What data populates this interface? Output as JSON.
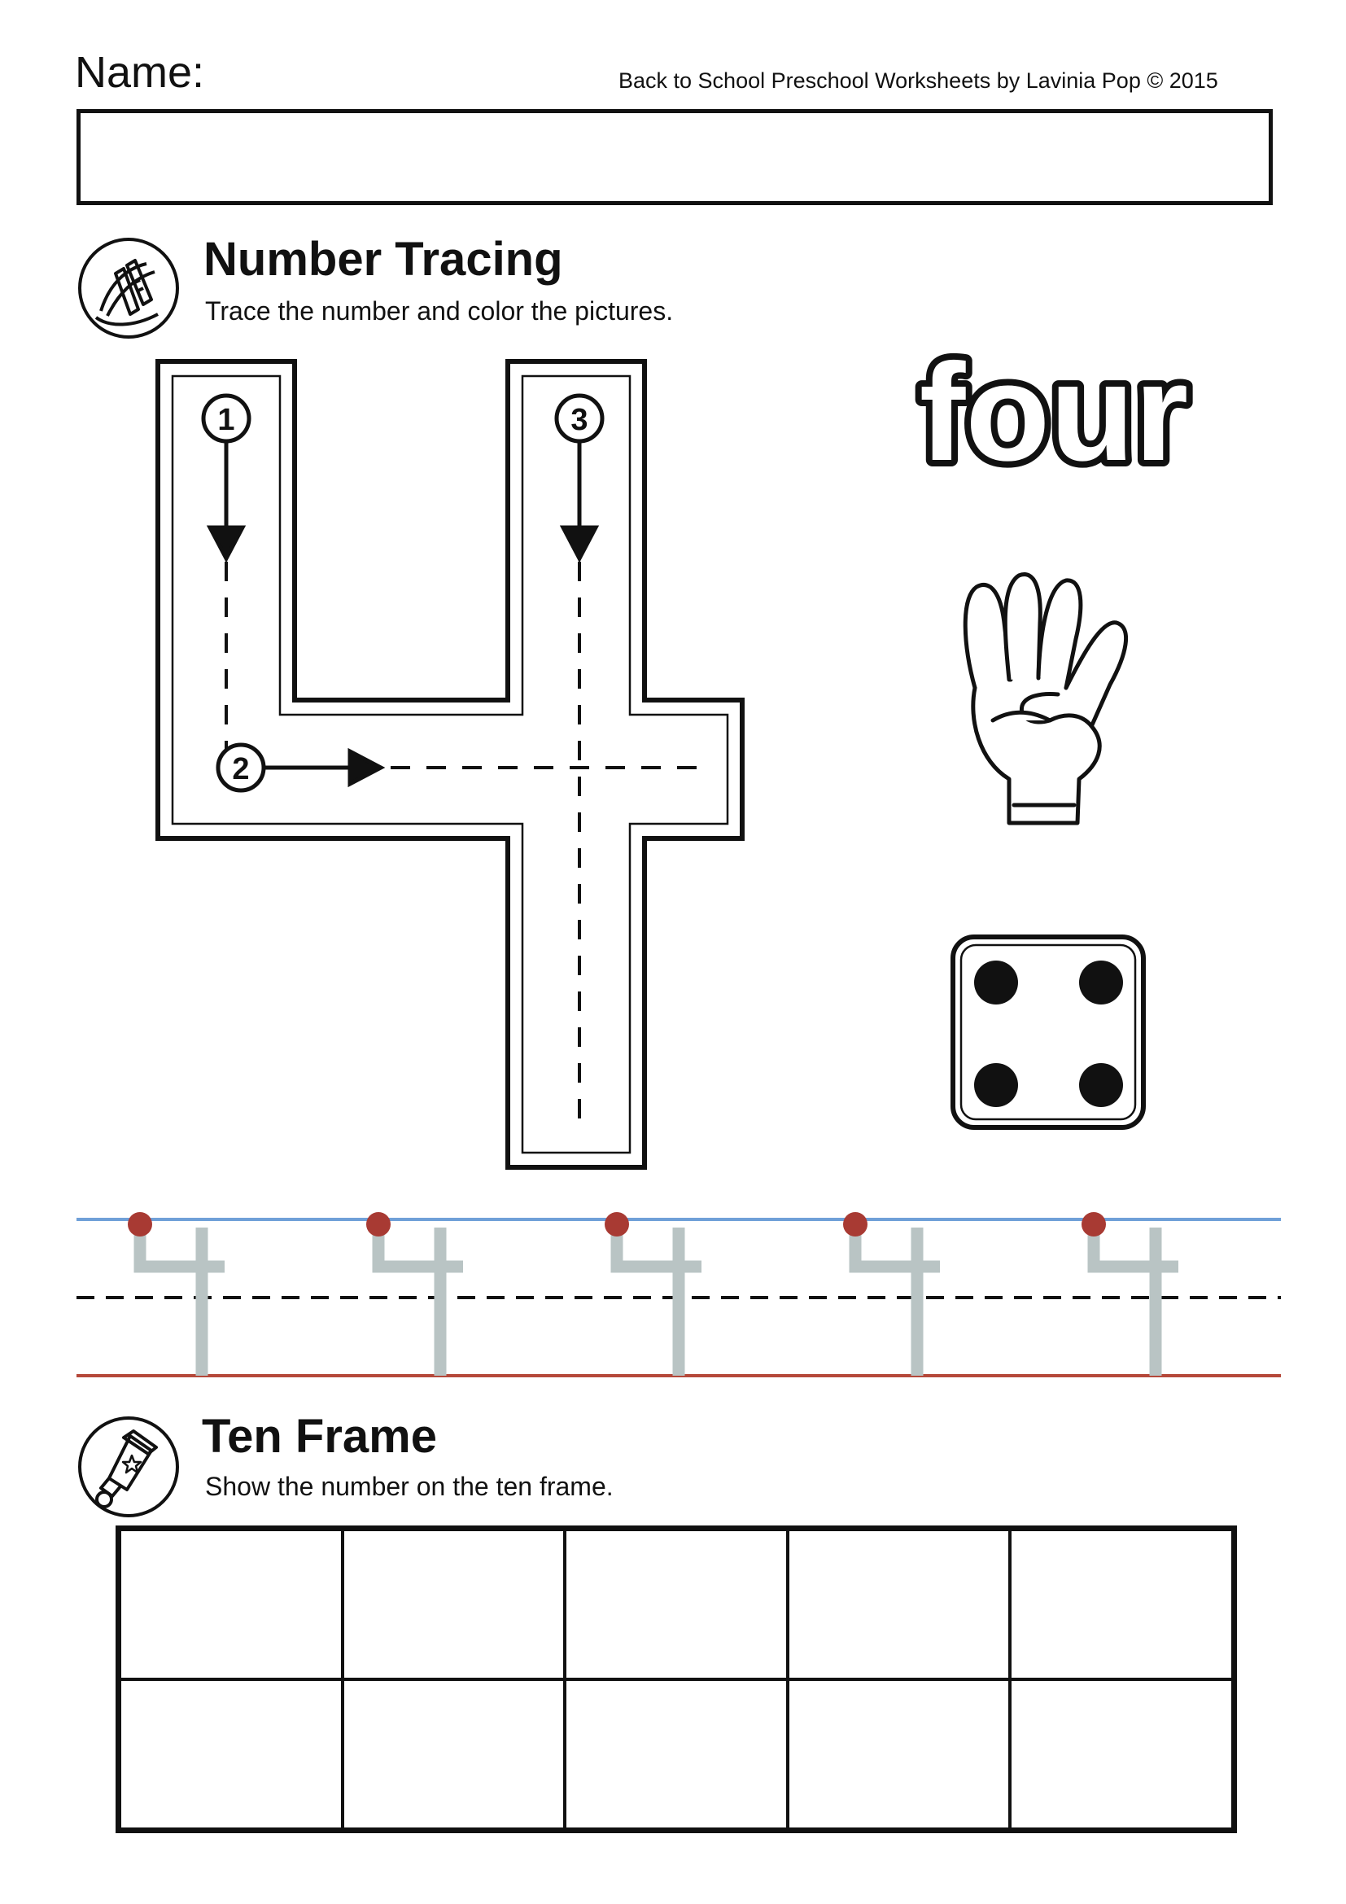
{
  "header": {
    "name_label": "Name:",
    "credit": "Back to School Preschool Worksheets by Lavinia Pop © 2015"
  },
  "tracing": {
    "title": "Number Tracing",
    "subtitle": "Trace the number and color the pictures.",
    "numeral": "4",
    "word": "four",
    "stroke_steps": [
      "1",
      "2",
      "3"
    ],
    "icon": "crayon-icon",
    "practice_count": 5
  },
  "pictures": {
    "hand": "hand-four-fingers-icon",
    "die_dots": 4
  },
  "ten_frame": {
    "title": "Ten Frame",
    "subtitle": "Show the number on the ten frame.",
    "icon": "glue-bottle-icon",
    "rows": 2,
    "columns": 5
  },
  "colors": {
    "ink": "#111111",
    "top_line": "#6fa0d8",
    "bottom_line": "#b5483a",
    "start_dot": "#a83a33",
    "trace_guide": "#b9c4c4"
  }
}
